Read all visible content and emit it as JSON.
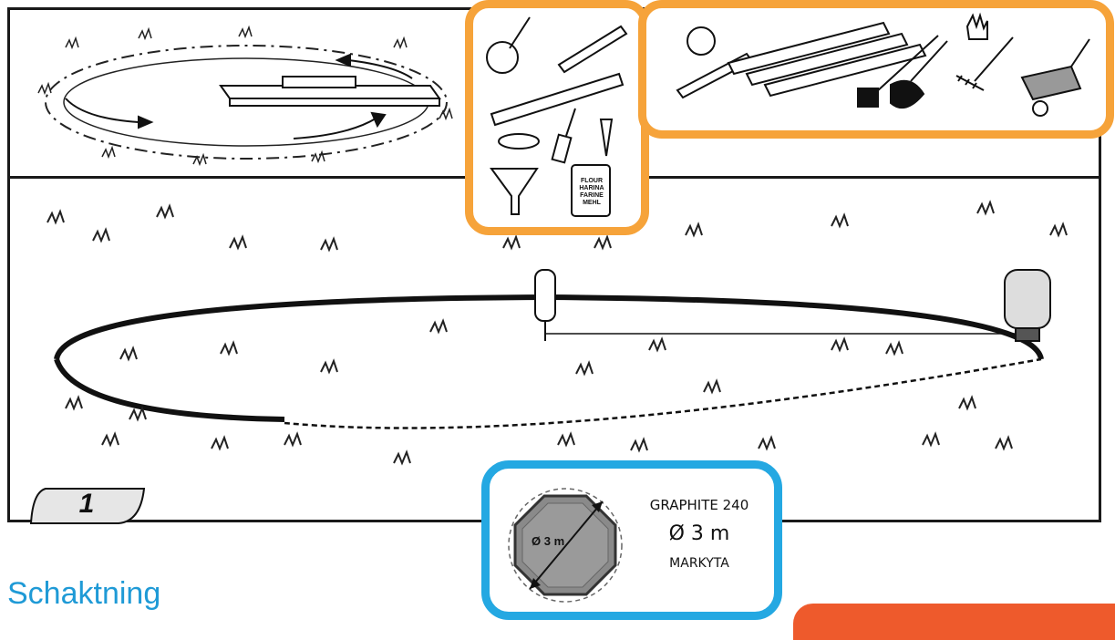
{
  "step": {
    "number": "1"
  },
  "title": "Schaktning",
  "tools_small": {
    "flour_bag_label": "FLOUR HARINA FARINE MEHL",
    "items": [
      "tape-roller",
      "spirit-level",
      "straight-board",
      "string",
      "screwdriver",
      "stake",
      "funnel",
      "flour-bag"
    ]
  },
  "tools_large": {
    "items": [
      "tape-measure",
      "spirit-level",
      "timber-boards",
      "hoe",
      "shovel",
      "gloves",
      "rake",
      "wheelbarrow"
    ]
  },
  "pool": {
    "model": "GRAPHITE 240",
    "diameter": "Ø 3 m",
    "diameter_label": "Ø 3 m",
    "subtitle": "MARKYTA"
  },
  "colors": {
    "accent_orange": "#f6a33a",
    "accent_blue": "#24a8e2",
    "title_blue": "#1f9ad6",
    "tab_red": "#ee5a2c"
  }
}
